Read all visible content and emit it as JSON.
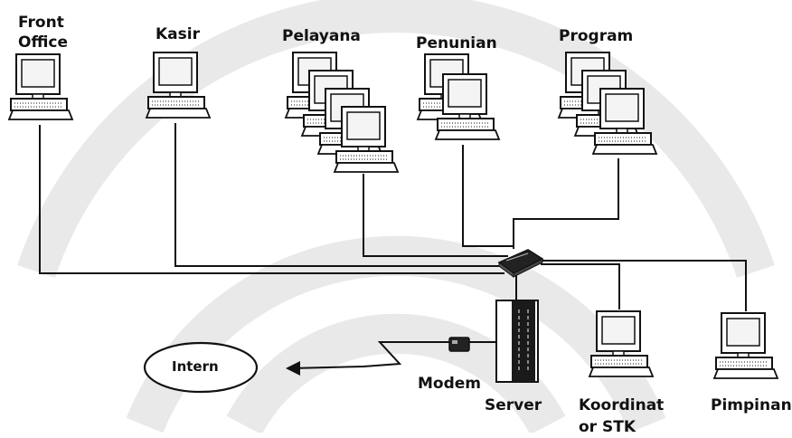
{
  "labels": {
    "front_office": "Front Office",
    "kasir": "Kasir",
    "pelayanan": "Pelayana",
    "penunjang": "Penunian",
    "program": "Program",
    "internet": "Intern",
    "modem": "Modem",
    "server": "Server",
    "koordinator": "Koordinat or STK",
    "pimpinan": "Pimpinan"
  },
  "colors": {
    "line": "#111111",
    "watermark": "#e9e9e9",
    "screen": "#f4f4f4"
  }
}
